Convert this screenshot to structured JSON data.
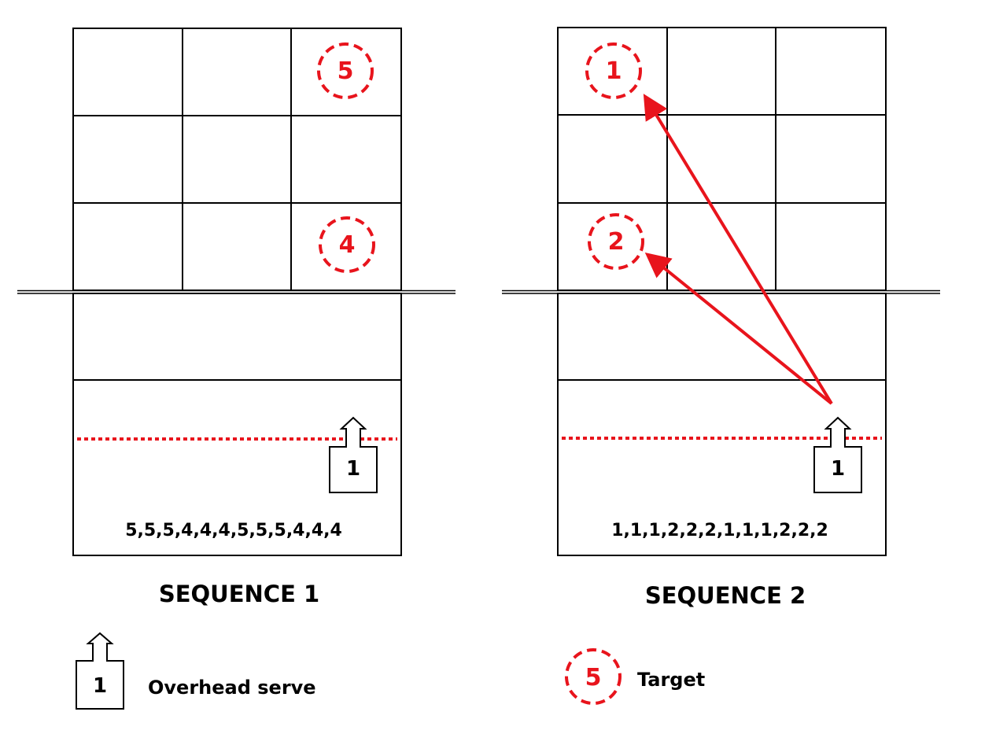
{
  "colors": {
    "line": "#000000",
    "accent": "#e8141c",
    "background": "#ffffff"
  },
  "sequence1": {
    "title": "SEQUENCE 1",
    "targets": [
      "5",
      "4"
    ],
    "server_label": "1",
    "order_text": "5,5,5,4,4,4,5,5,5,4,4,4"
  },
  "sequence2": {
    "title": "SEQUENCE 2",
    "targets": [
      "1",
      "2"
    ],
    "server_label": "1",
    "order_text": "1,1,1,2,2,2,1,1,1,2,2,2"
  },
  "legend": {
    "serve_symbol_label": "1",
    "serve_text": "Overhead serve",
    "target_symbol_label": "5",
    "target_text": "Target"
  }
}
